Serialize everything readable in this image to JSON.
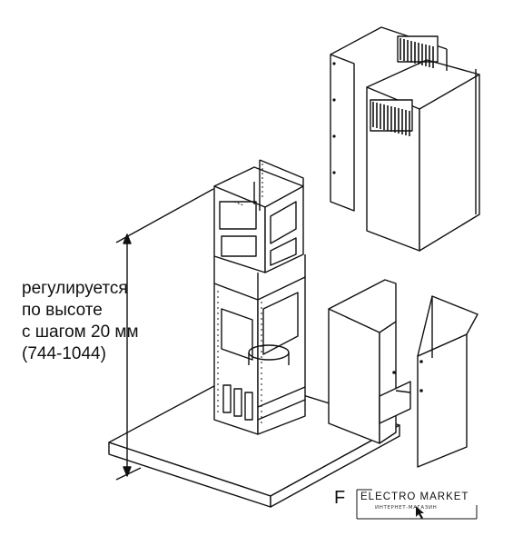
{
  "annotation": {
    "lines": [
      "регулируется",
      "по высоте",
      "с шагом 20 мм",
      "(744-1044)"
    ]
  },
  "figure_letter": "F",
  "watermark": {
    "brand": "ELECTRO MARKET",
    "tagline": "ИНТЕРНЕТ-МАГАЗИН"
  }
}
